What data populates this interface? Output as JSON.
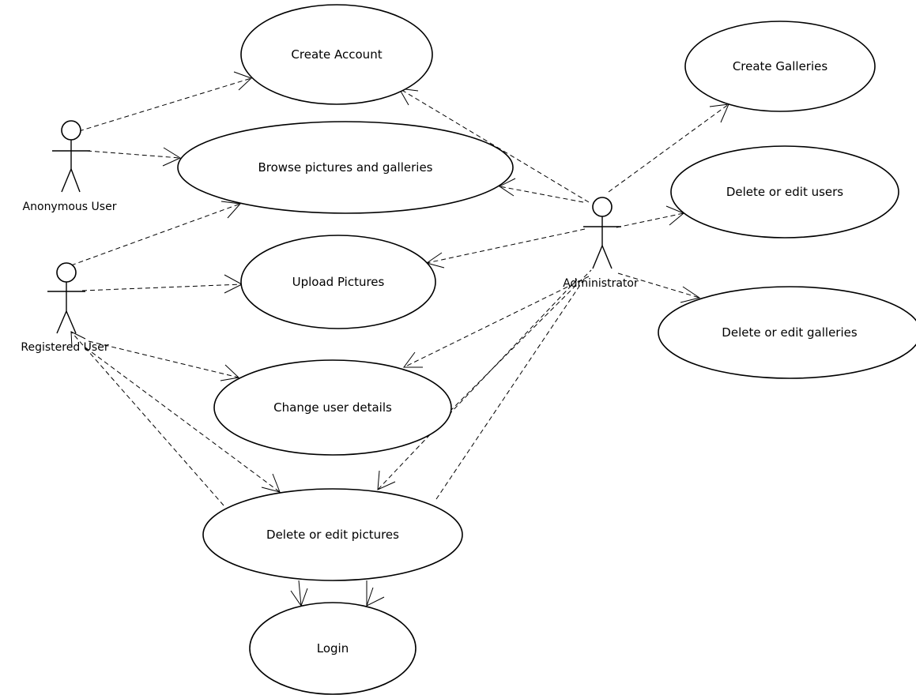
{
  "diagram": {
    "type": "use-case",
    "actors": {
      "anonymous": {
        "label": "Anonymous User"
      },
      "registered": {
        "label": "Registered User"
      },
      "administrator": {
        "label": "Administrator"
      }
    },
    "usecases": {
      "create_account": {
        "label": "Create Account"
      },
      "browse": {
        "label": "Browse pictures and galleries"
      },
      "upload": {
        "label": "Upload Pictures"
      },
      "change_details": {
        "label": "Change user details"
      },
      "delete_pictures": {
        "label": "Delete or edit pictures"
      },
      "login": {
        "label": "Login"
      },
      "create_galleries": {
        "label": "Create Galleries"
      },
      "delete_users": {
        "label": "Delete or edit users"
      },
      "delete_galleries": {
        "label": "Delete or edit galleries"
      }
    },
    "associations": [
      {
        "from": "anonymous",
        "to": "create_account"
      },
      {
        "from": "anonymous",
        "to": "browse"
      },
      {
        "from": "registered",
        "to": "browse"
      },
      {
        "from": "registered",
        "to": "upload"
      },
      {
        "from": "registered",
        "to": "change_details"
      },
      {
        "from": "registered",
        "to": "delete_pictures"
      },
      {
        "from": "administrator",
        "to": "create_account"
      },
      {
        "from": "administrator",
        "to": "browse"
      },
      {
        "from": "administrator",
        "to": "upload"
      },
      {
        "from": "administrator",
        "to": "change_details"
      },
      {
        "from": "administrator",
        "to": "delete_pictures"
      },
      {
        "from": "administrator",
        "to": "create_galleries"
      },
      {
        "from": "administrator",
        "to": "delete_users"
      },
      {
        "from": "administrator",
        "to": "delete_galleries"
      },
      {
        "from": "delete_pictures",
        "to": "login"
      }
    ]
  }
}
